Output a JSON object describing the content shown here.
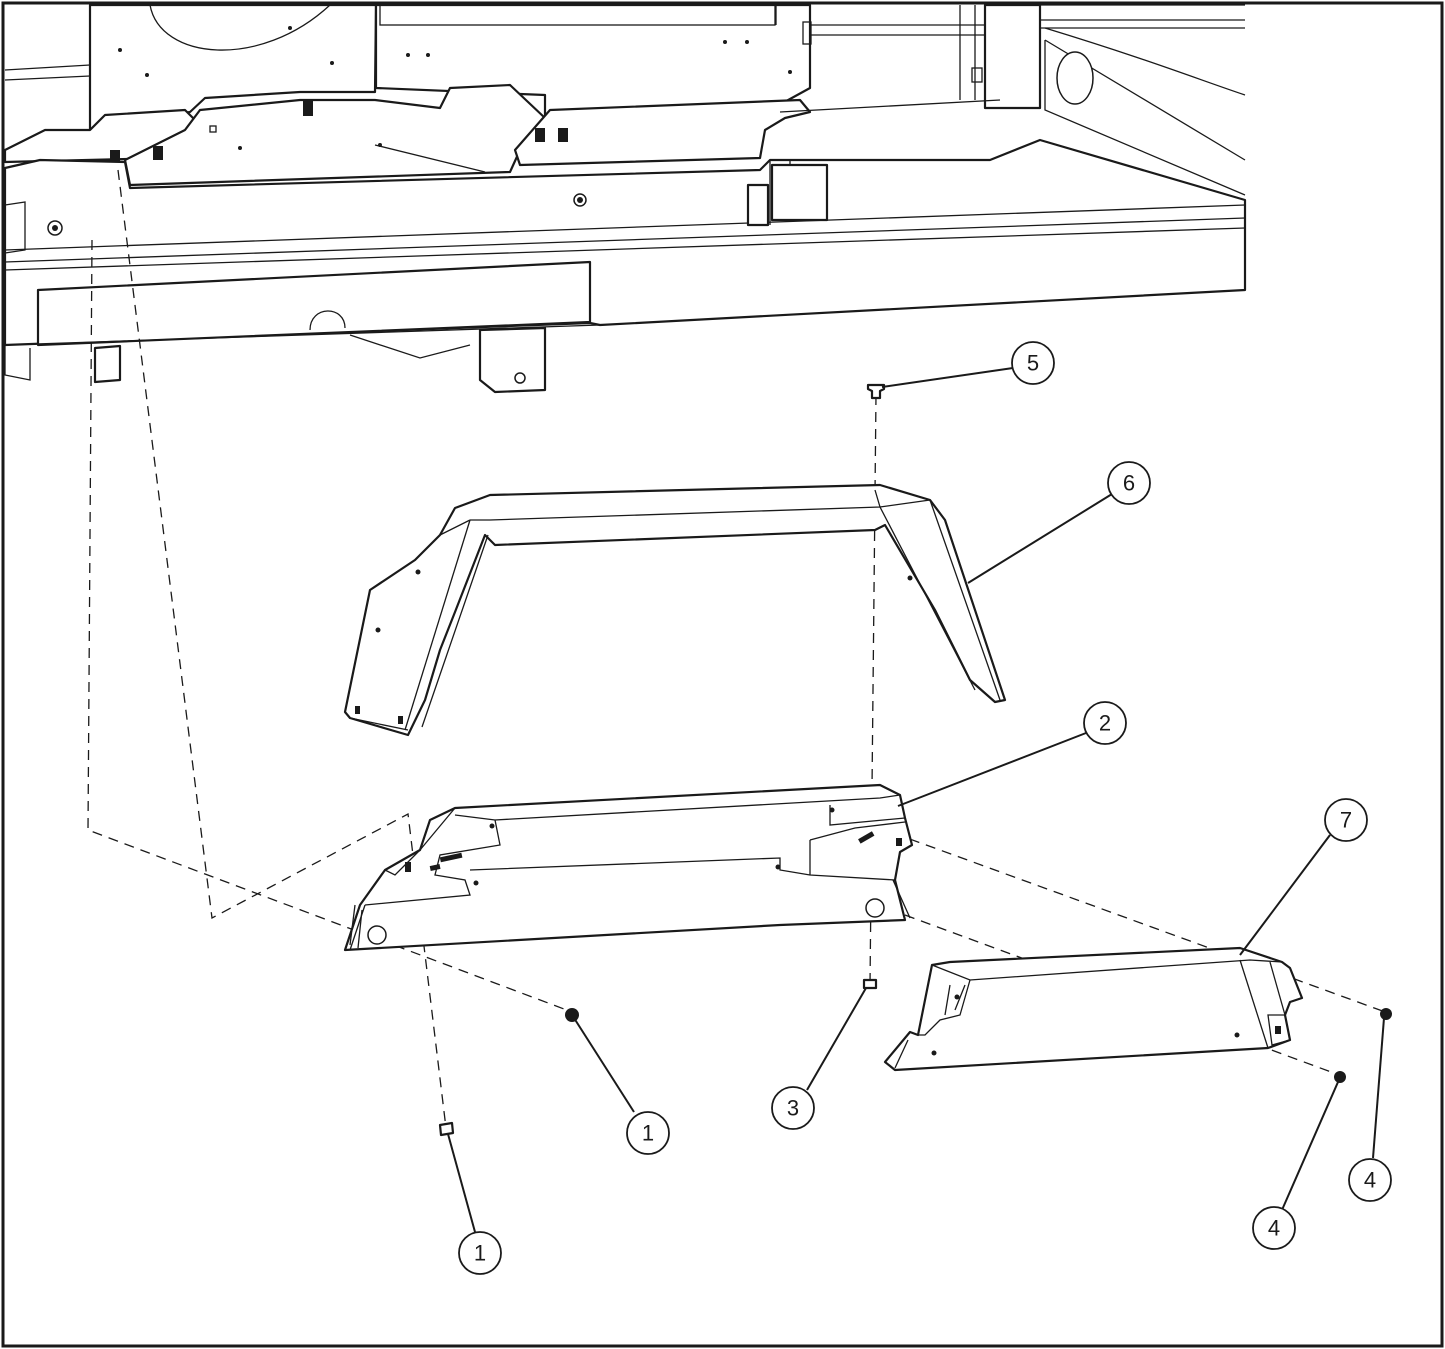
{
  "callouts": [
    {
      "id": "callout-5",
      "label": "5"
    },
    {
      "id": "callout-6",
      "label": "6"
    },
    {
      "id": "callout-2",
      "label": "2"
    },
    {
      "id": "callout-7",
      "label": "7"
    },
    {
      "id": "callout-1a",
      "label": "1"
    },
    {
      "id": "callout-3",
      "label": "3"
    },
    {
      "id": "callout-1b",
      "label": "1"
    },
    {
      "id": "callout-4a",
      "label": "4"
    },
    {
      "id": "callout-4b",
      "label": "4"
    }
  ]
}
